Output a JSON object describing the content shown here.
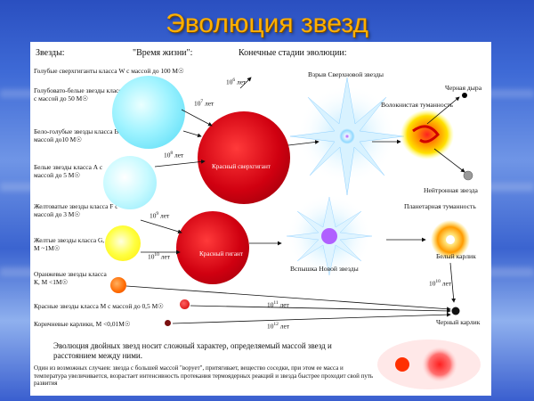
{
  "title": "Эволюция звезд",
  "headers": {
    "stars": "Звезды:",
    "lifetime": "\"Время жизни\":",
    "final_stages": "Конечные стадии эволюции:"
  },
  "star_classes": [
    "Голубые сверхгиганты класса W с массой до 100 M☉",
    "Голубовато-белые звезды класса О с массой до 50 M☉",
    "Бело-голубые звезды класса В с массой до10 M☉",
    "Белые звезды класса А с массой до 5 M☉",
    "Желтоватые звезды класса F с массой до 3 M☉",
    "Желтые звезды класса G, M ~1M☉",
    "Оранжевые звезды класса К,   M <1M☉",
    "Красные звезды класса М с массой до 0,5 M☉",
    "Коричневые карлики, M <0,01M☉"
  ],
  "lifetimes": {
    "l6": {
      "base": "10",
      "exp": "6",
      "unit": "лет"
    },
    "l7": {
      "base": "10",
      "exp": "7",
      "unit": "лет"
    },
    "l8": {
      "base": "10",
      "exp": "8",
      "unit": "лет"
    },
    "l9": {
      "base": "10",
      "exp": "9",
      "unit": "лет"
    },
    "l10a": {
      "base": "10",
      "exp": "10",
      "unit": "лет"
    },
    "l10b": {
      "base": "10",
      "exp": "10",
      "unit": "лет"
    },
    "l11": {
      "base": "10",
      "exp": "11",
      "unit": "лет"
    },
    "l12": {
      "base": "10",
      "exp": "12",
      "unit": "лет"
    }
  },
  "stages": {
    "red_supergiant": "Красный сверхгигант",
    "red_giant": "Красный гигант",
    "supernova": "Взрыв Сверхновой звезды",
    "black_hole": "Черная дыра",
    "fiber_nebula": "Волокнистая туманность",
    "neutron_star": "Нейтронная звезда",
    "planetary_nebula": "Планетарная туманность",
    "nova": "Вспышка Новой звезды",
    "white_dwarf": "Белый карлик",
    "black_dwarf": "Черный карлик"
  },
  "bottom": {
    "main": "Эволюция двойных звезд носит сложный характер, определяемый массой звезд и расстоянием между ними.",
    "detail": "Один из возможных случаев: звезда с большей массой \"ворует\", притягивает, вещество соседки, при этом ее масса и температура увеличивается, возрастает интенсивность протекания термоядерных реакций и звезда быстрее проходит свой путь развития"
  },
  "colors": {
    "title": "#ffb000",
    "background": "#3e6ad6",
    "red_giant": "#d40010",
    "blue_star": "#7fe8ff",
    "yellow_star": "#ffff00"
  }
}
